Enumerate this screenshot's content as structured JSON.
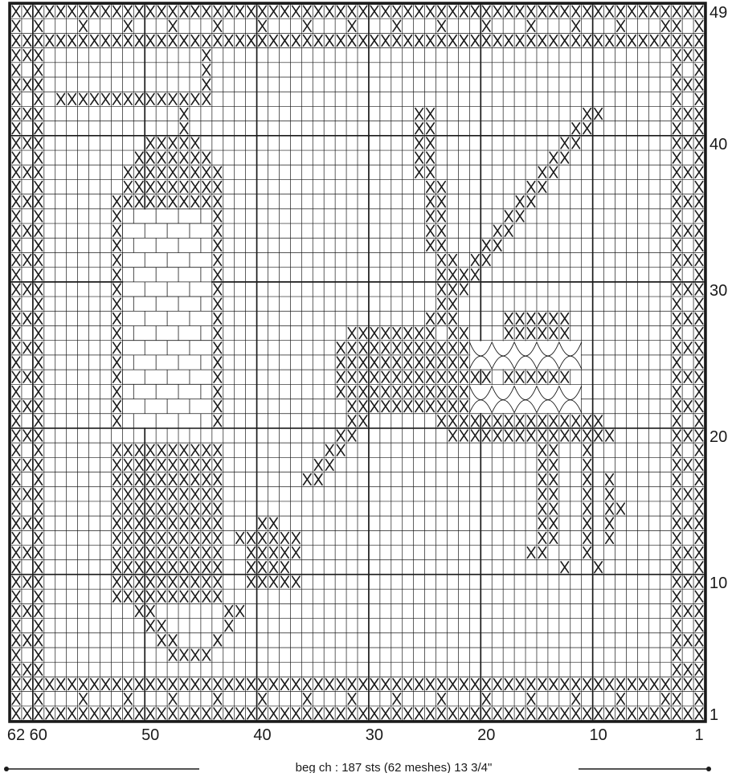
{
  "diagram": {
    "type": "filet-crochet-chart",
    "cols": 62,
    "rows": 49,
    "colors": {
      "ink": "#1a1a1a",
      "paper": "#ffffff"
    },
    "row_labels": [
      "49",
      "40",
      "30",
      "20",
      "10",
      "1"
    ],
    "col_labels": [
      "62 60",
      "50",
      "40",
      "30",
      "20",
      "10",
      "1"
    ],
    "footer_text": "beg ch : 187 sts (62 meshes) 13 3/4\"",
    "motifs": [
      "border-icon",
      "bottle-icon",
      "corkscrew-icon",
      "wine-glass-icon"
    ]
  }
}
